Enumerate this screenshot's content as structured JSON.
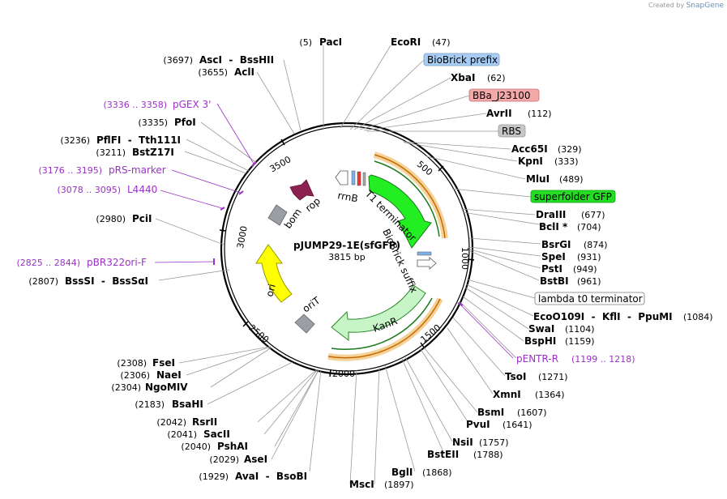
{
  "credit": {
    "prefix": "Created by",
    "brand": "SnapGene"
  },
  "plasmid": {
    "name": "pJUMP29-1E(sfGFP)",
    "length": "3815 bp",
    "total_bp": 3815
  },
  "ticks": [
    "500",
    "1000",
    "1500",
    "2000",
    "2500",
    "3000",
    "3500"
  ],
  "enzymes": [
    {
      "pre": "(5)",
      "name": "PacI",
      "post": ""
    },
    {
      "pre": "",
      "name": "EcoRI",
      "post": "(47)"
    },
    {
      "pre": "",
      "name": "XbaI",
      "post": "(62)"
    },
    {
      "pre": "",
      "name": "AvrII",
      "post": "(112)"
    },
    {
      "pre": "",
      "name": "Acc65I",
      "post": "(329)"
    },
    {
      "pre": "",
      "name": "KpnI",
      "post": "(333)"
    },
    {
      "pre": "",
      "name": "MluI",
      "post": "(489)"
    },
    {
      "pre": "",
      "name": "DraIII",
      "post": "(677)"
    },
    {
      "pre": "",
      "name": "BclI *",
      "post": "(704)"
    },
    {
      "pre": "",
      "name": "BsrGI",
      "post": "(874)"
    },
    {
      "pre": "",
      "name": "SpeI",
      "post": "(931)"
    },
    {
      "pre": "",
      "name": "PstI",
      "post": "(949)"
    },
    {
      "pre": "",
      "name": "BstBI",
      "post": "(961)"
    },
    {
      "pre": "",
      "name": "EcoO109I  -  KflI  -  PpuMI",
      "post": "(1084)"
    },
    {
      "pre": "",
      "name": "SwaI",
      "post": "(1104)"
    },
    {
      "pre": "",
      "name": "BspHI",
      "post": "(1159)"
    },
    {
      "pre": "",
      "name": "TsoI",
      "post": "(1271)"
    },
    {
      "pre": "",
      "name": "XmnI",
      "post": "(1364)"
    },
    {
      "pre": "",
      "name": "BsmI",
      "post": "(1607)"
    },
    {
      "pre": "",
      "name": "PvuI",
      "post": "(1641)"
    },
    {
      "pre": "",
      "name": "NsiI",
      "post": "(1757)"
    },
    {
      "pre": "",
      "name": "BstEII",
      "post": "(1788)"
    },
    {
      "pre": "",
      "name": "BglI",
      "post": "(1868)"
    },
    {
      "pre": "",
      "name": "MscI",
      "post": "(1897)"
    },
    {
      "pre": "(1929)",
      "name": "AvaI  -  BsoBI",
      "post": ""
    },
    {
      "pre": "(2029)",
      "name": "AseI",
      "post": ""
    },
    {
      "pre": "(2040)",
      "name": "PshAI",
      "post": ""
    },
    {
      "pre": "(2041)",
      "name": "SacII",
      "post": ""
    },
    {
      "pre": "(2042)",
      "name": "RsrII",
      "post": ""
    },
    {
      "pre": "(2183)",
      "name": "BsaHI",
      "post": ""
    },
    {
      "pre": "(2304)",
      "name": "NgoMIV",
      "post": ""
    },
    {
      "pre": "(2306)",
      "name": "NaeI",
      "post": ""
    },
    {
      "pre": "(2308)",
      "name": "FseI",
      "post": ""
    },
    {
      "pre": "(2807)",
      "name": "BssSI  -  BssSαI",
      "post": ""
    },
    {
      "pre": "(2980)",
      "name": "PciI",
      "post": ""
    },
    {
      "pre": "(3211)",
      "name": "BstZ17I",
      "post": ""
    },
    {
      "pre": "(3236)",
      "name": "PflFI  -  Tth111I",
      "post": ""
    },
    {
      "pre": "(3335)",
      "name": "PfoI",
      "post": ""
    },
    {
      "pre": "(3655)",
      "name": "AclI",
      "post": ""
    },
    {
      "pre": "(3697)",
      "name": "AscI  -  BssHII",
      "post": ""
    }
  ],
  "primers": [
    {
      "pos": "(3336 .. 3358)",
      "name": "pGEX 3'"
    },
    {
      "pos": "(3176 .. 3195)",
      "name": "pRS-marker"
    },
    {
      "pos": "(3078 .. 3095)",
      "name": "L4440"
    },
    {
      "pos": "(2825 .. 2844)",
      "name": "pBR322ori-F"
    },
    {
      "pos": "(1199 .. 1218)",
      "name": "pENTR-R"
    }
  ],
  "feature_boxes": [
    {
      "label": "BioBrick prefix",
      "color": "#a8cdf5"
    },
    {
      "label": "BBa_J23100",
      "color": "#f4a9a9"
    },
    {
      "label": "RBS",
      "color": "#c6c6c6"
    },
    {
      "label": "superfolder GFP",
      "color": "#22dd22"
    },
    {
      "label": "lambda t0 terminator",
      "color": "#ffffff"
    }
  ],
  "inner_labels": {
    "rrnB": "rrnB",
    "t1": "T1 terminator",
    "biobrick_suffix": "BioBrick suffix",
    "kanr": "KanR",
    "ori": "ori",
    "orit": "oriT",
    "bom": "bom",
    "rop": "rop"
  },
  "colors": {
    "gfp": "#22ee22",
    "kanr": "#c8f5c8",
    "ori": "#ffff00",
    "rop": "#8b2252",
    "grey": "#9a9ea5",
    "primer": "#9b30c8"
  }
}
